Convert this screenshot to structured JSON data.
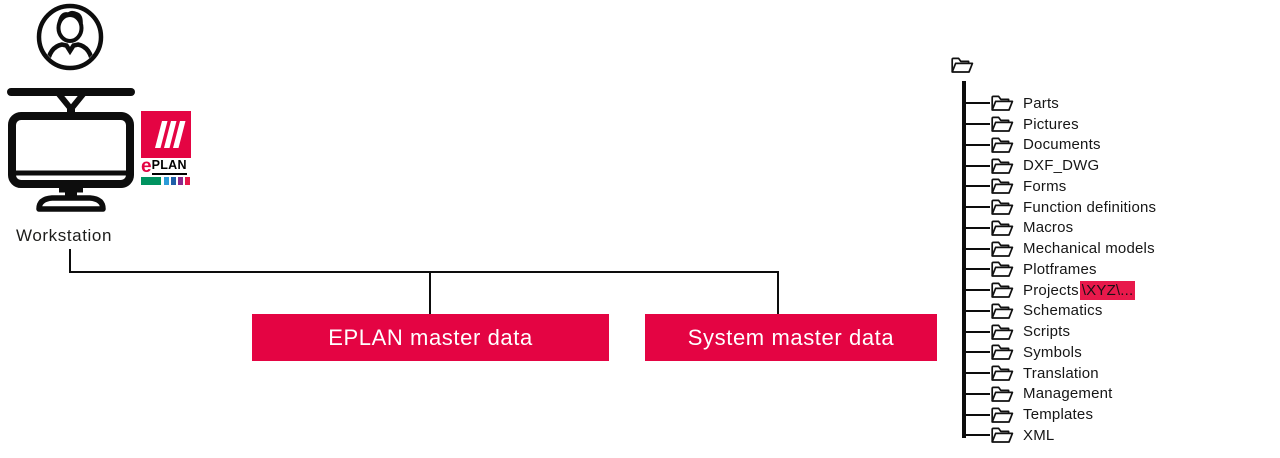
{
  "colors": {
    "red": "#e40443",
    "highlight_red": "#e8194b",
    "line": "#0d0d0d",
    "text": "#1d1d1b"
  },
  "workstation": {
    "label": "Workstation"
  },
  "eplan_logo": {
    "e": "e",
    "plan": "PLAN",
    "bar": [
      "#009360",
      "#2b9cd8",
      "#1e5fa8",
      "#8a2a8c",
      "#e8194b"
    ]
  },
  "boxes": [
    {
      "label": "EPLAN master data"
    },
    {
      "label": "System master data"
    }
  ],
  "tree": {
    "items": [
      {
        "label": "Parts"
      },
      {
        "label": "Pictures"
      },
      {
        "label": "Documents"
      },
      {
        "label": "DXF_DWG"
      },
      {
        "label": "Forms"
      },
      {
        "label": "Function definitions"
      },
      {
        "label": "Macros"
      },
      {
        "label": "Mechanical models"
      },
      {
        "label": "Plotframes"
      },
      {
        "label": "Projects",
        "highlight": "\\XYZ\\..."
      },
      {
        "label": "Schematics"
      },
      {
        "label": "Scripts"
      },
      {
        "label": "Symbols"
      },
      {
        "label": "Translation"
      },
      {
        "label": "Management"
      },
      {
        "label": "Templates"
      },
      {
        "label": "XML"
      }
    ]
  }
}
